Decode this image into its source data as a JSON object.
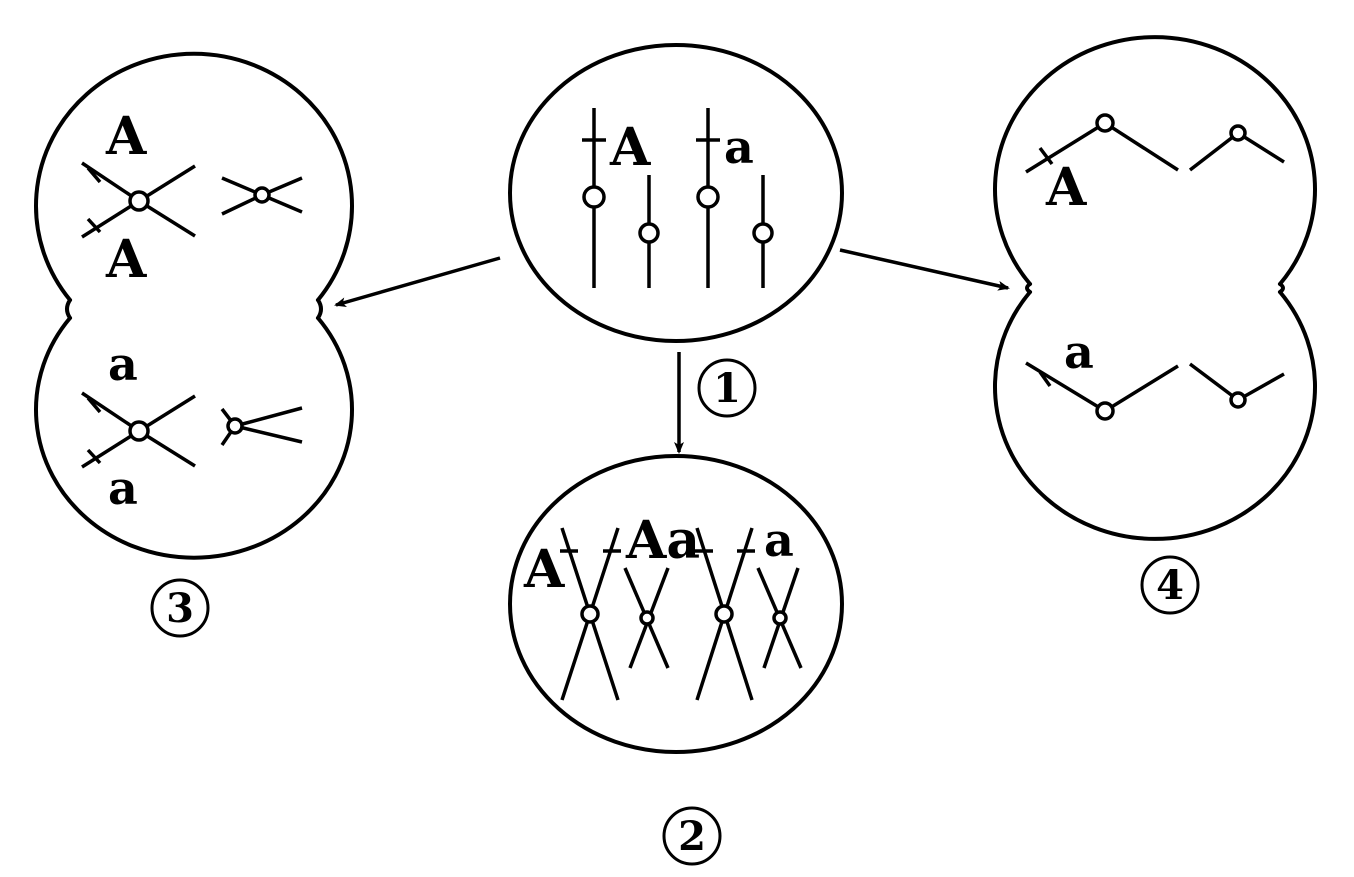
{
  "labels": {
    "step1": "1",
    "step2": "2",
    "step3": "3",
    "step4": "4"
  },
  "cell_center": {
    "gene_big": "A",
    "gene_small": "a"
  },
  "cell_2": {
    "gene_left": "A",
    "gene_mid": "Aa",
    "gene_right": "a"
  },
  "cell_3": {
    "top_upper": "A",
    "top_lower": "A",
    "bottom_upper": "a",
    "bottom_lower": "a"
  },
  "cell_4": {
    "top": "A",
    "bottom": "a"
  }
}
